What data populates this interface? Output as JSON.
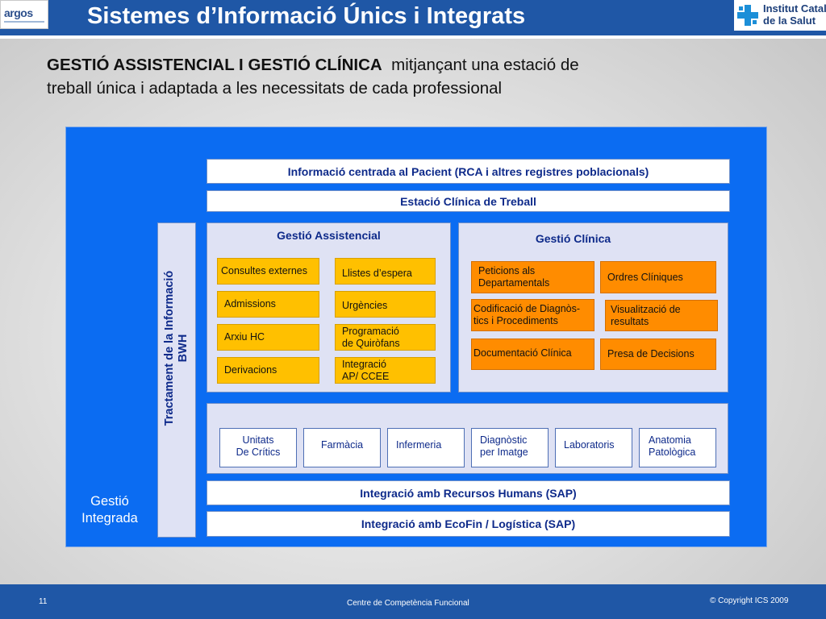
{
  "header": {
    "logo_left": "argos",
    "title": "Sistemes d’Informació Únics i Integrats",
    "logo_right_line1": "Institut Català",
    "logo_right_line2": "de la Salut"
  },
  "subtitle": {
    "bold": "GESTIÓ ASSISTENCIAL I GESTIÓ CLÍNICA",
    "line1_rest": "mitjançant una estació de",
    "line2": "treball única i adaptada a les necessitats de cada professional"
  },
  "diagram": {
    "top_bar": "Informació centrada al Pacient  (RCA i altres registres poblacionals)",
    "station_bar": "Estació Clínica de Treball",
    "side_panel_line1": "Tractament de la Informació",
    "side_panel_line2": "BWH",
    "gestio_assistencial": {
      "title": "Gestió Assistencial",
      "left_items": [
        "Consultes externes",
        "Admissions",
        "Arxiu HC",
        "Derivacions"
      ],
      "right_items": [
        [
          "Llistes d’espera"
        ],
        [
          "Urgències"
        ],
        [
          "Programació",
          "de Quiròfans"
        ],
        [
          "Integració",
          "AP/ CCEE"
        ]
      ]
    },
    "gestio_clinica": {
      "title": "Gestió Clínica",
      "left_items": [
        [
          "Peticions als",
          "Departamentals"
        ],
        [
          "Codificació de Diagnòs-",
          "tics i Procediments"
        ],
        [
          "Documentació  Clínica"
        ]
      ],
      "right_items": [
        [
          "Ordres Clíniques"
        ],
        [
          "Visualització de",
          "resultats"
        ],
        [
          "Presa de Decisions"
        ]
      ]
    },
    "departments": [
      [
        "Unitats",
        "De Crítics"
      ],
      [
        "Farmàcia"
      ],
      [
        "Infermeria"
      ],
      [
        "Diagnòstic",
        "per  Imatge"
      ],
      [
        "Laboratoris"
      ],
      [
        "Anatomia",
        "Patològica"
      ]
    ],
    "rrhh_bar": "Integració amb  Recursos Humans (SAP)",
    "ecofin_bar": "Integració amb EcoFin / Logística (SAP)",
    "gestio_integrada_line1": "Gestió",
    "gestio_integrada_line2": "Integrada"
  },
  "footer": {
    "page_number": "11",
    "center": "Centre de Competència Funcional",
    "copyright": "© Copyright ICS 2009"
  },
  "colors": {
    "header_blue": "#1f57a6",
    "diagram_blue": "#0b6cf2",
    "yellow_box": "#ffc000",
    "orange_box": "#ff8c00",
    "label_navy": "#0e2a8a"
  }
}
